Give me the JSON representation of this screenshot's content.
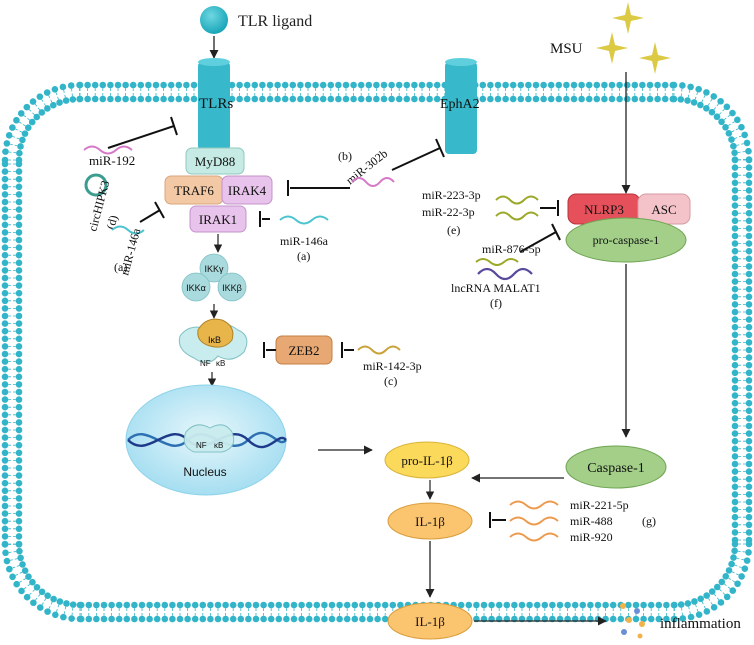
{
  "colors": {
    "membrane": "#33b5c9",
    "nucleus_fill": "#bfe9f6",
    "yellow_ellipse": "#fbd95a",
    "orange_ellipse": "#fbc46f",
    "green_ellipse": "#a3cf89",
    "nlrp3": "#e6505a",
    "asc": "#f4c3c9",
    "myd88": "#c5ebe4",
    "traf6": "#f2c9a4",
    "irak": "#e8c3ec",
    "zeb2": "#e8a873",
    "ikk": "#a9dadd",
    "star": "#dcca45",
    "mirna_pink": "#d678c8",
    "mirna_teal": "#4cc4d0",
    "mirna_olive": "#9ba828",
    "mirna_orange": "#ee9a4e"
  },
  "labels": {
    "tlr_ligand": "TLR ligand",
    "msu": "MSU",
    "tlrs": "TLRs",
    "epha2": "EphA2",
    "myd88": "MyD88",
    "traf6": "TRAF6",
    "irak4": "IRAK4",
    "irak1": "IRAK1",
    "ikk_gamma": "IKKγ",
    "ikk_alpha": "IKKα",
    "ikk_beta": "IKKβ",
    "ikb": "IκB",
    "nf": "NF",
    "kb": "κB",
    "zeb2": "ZEB2",
    "nucleus": "Nucleus",
    "nucleus_nf": "NF",
    "nucleus_kb": "κB",
    "nlrp3": "NLRP3",
    "asc": "ASC",
    "pro_caspase1": "pro-caspase-1",
    "caspase1": "Caspase-1",
    "pro_il1b": "pro-IL-1β",
    "il1b_1": "IL-1β",
    "il1b_2": "IL-1β",
    "inflammation": "inflammation"
  },
  "mirnas": {
    "mir192": "miR-192",
    "circhipk3": "circHIPK3",
    "label_d": "(d)",
    "mir146a_left": "miR-146a",
    "label_a_left": "(a)",
    "mir302b": "miR-302b",
    "label_b": "(b)",
    "mir146a_right": "miR-146a",
    "label_a_right": "(a)",
    "mir142_3p": "miR-142-3p",
    "label_c": "(c)",
    "mir223_3p": "miR-223-3p",
    "mir22_3p": "miR-22-3p",
    "label_e": "(e)",
    "mir876_5p": "miR-876-5p",
    "lncrna_malat1": "lncRNA MALAT1",
    "label_f": "(f)",
    "mir221_5p": "miR-221-5p",
    "mir488": "miR-488",
    "mir920": "miR-920",
    "label_g": "(g)"
  }
}
